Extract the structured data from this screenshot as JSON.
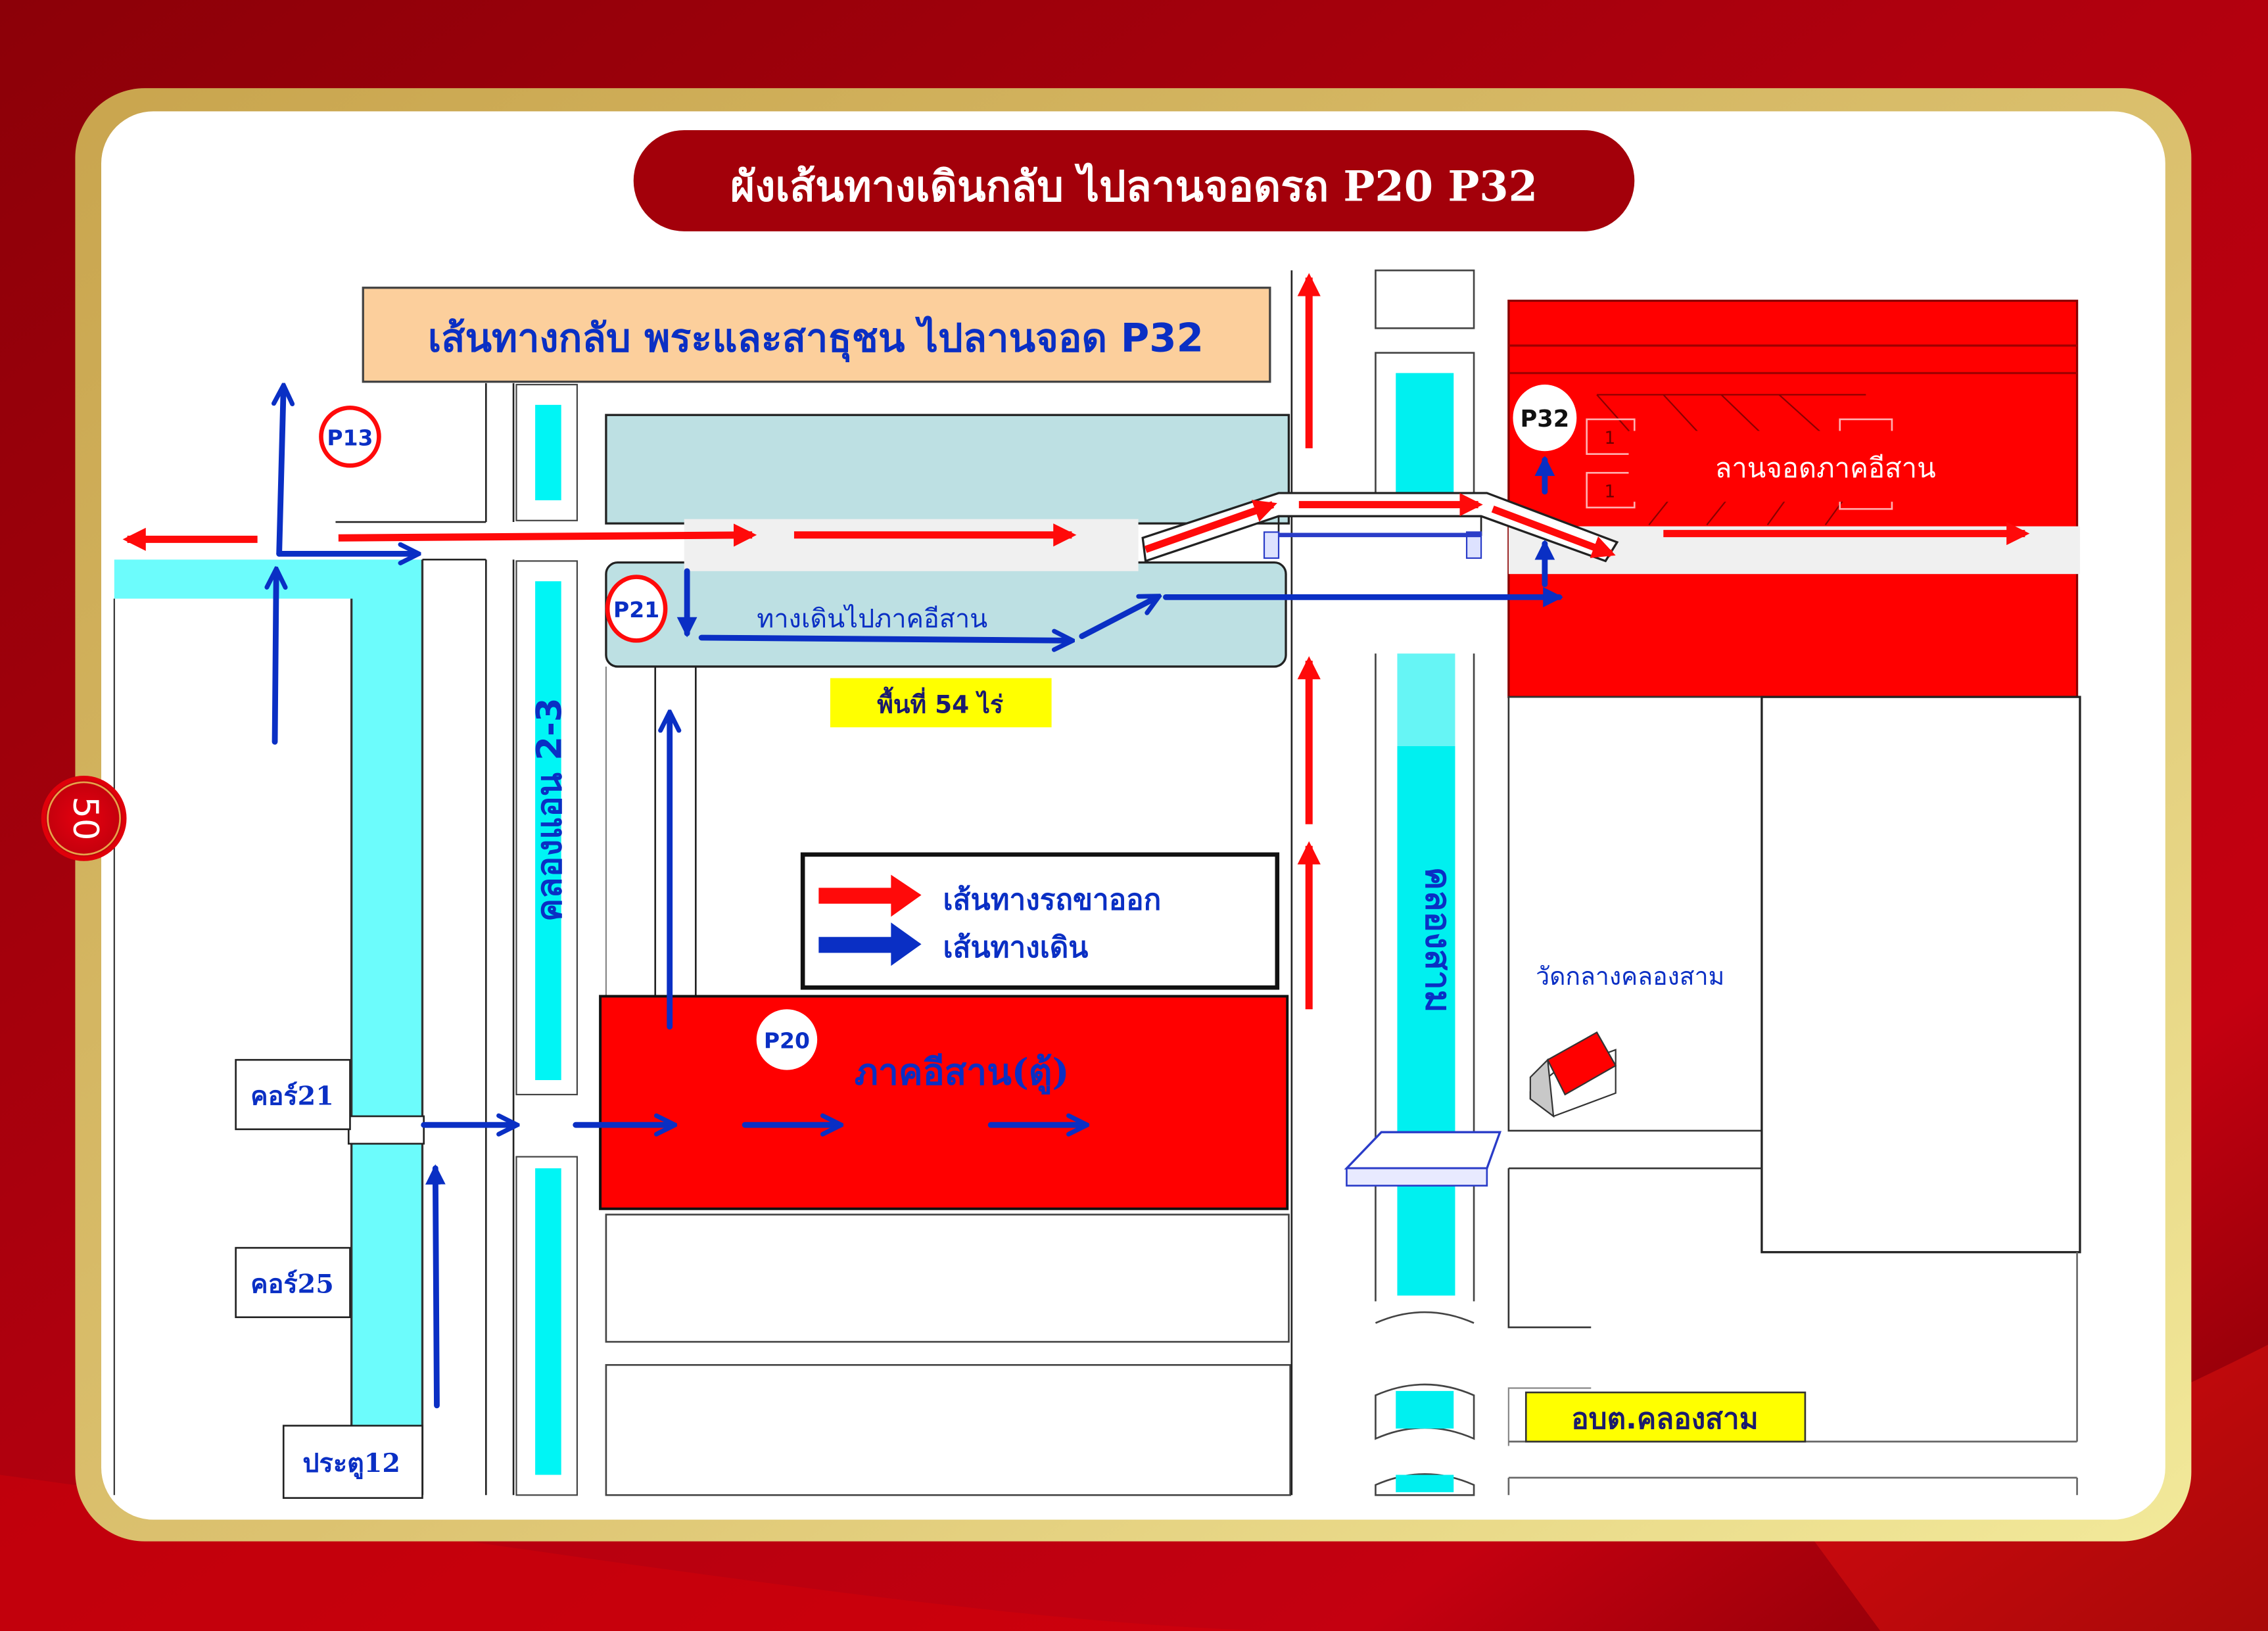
{
  "page": {
    "number": "50",
    "title": "ผังเส้นทางเดินกลับ ไปลานจอดรถ P20 P32",
    "colors": {
      "background_red": "#a0000a",
      "frame_gold": "#c9a54e",
      "frame_pale": "#f2e99a",
      "title_pill": "#a3000a",
      "route_car_exit": "#ff0a0a",
      "route_walk": "#0a2fc4",
      "canal": "#6cfcfc",
      "parking_zone": "#ff0000",
      "zone_54rai": "#bde0e3",
      "subtitle_bg": "#fccf9c",
      "label_yellow": "#ffff00"
    }
  },
  "map": {
    "subtitle": "เส้นทางกลับ พระและสาธุชน ไปลานจอด P32",
    "parking_markers": [
      {
        "id": "P13",
        "label": "P13",
        "style": "red-ring"
      },
      {
        "id": "P21",
        "label": "P21",
        "style": "red-ring"
      },
      {
        "id": "P32",
        "label": "P32",
        "style": "white-disc"
      },
      {
        "id": "P20",
        "label": "P20",
        "style": "white-disc"
      }
    ],
    "zones": {
      "walkway_label": "ทางเดินไปภาคอีสาน",
      "area_label": "พื้นที่ 54 ไร่",
      "p32_lot_label": "ลานจอดภาคอีสาน",
      "p32_slot_first": "1",
      "p32_slot_second": "1",
      "p20_zone_label": "ภาคอีสาน(ตู้)",
      "temple_label": "วัดกลางคลองสาม",
      "sao_label": "อบต.คลองสาม"
    },
    "canals": {
      "canal_left": "คลองแอน 2-3",
      "canal_right": "คลองสาม"
    },
    "gates": [
      {
        "label": "คอร์21"
      },
      {
        "label": "คอร์25"
      },
      {
        "label": "ประตู12"
      }
    ],
    "legend": {
      "items": [
        {
          "label": "เส้นทางรถขาออก",
          "color": "#ff0a0a",
          "icon": "red-arrow-icon"
        },
        {
          "label": "เส้นทางเดิน",
          "color": "#0a2fc4",
          "icon": "blue-arrow-icon"
        }
      ]
    }
  }
}
